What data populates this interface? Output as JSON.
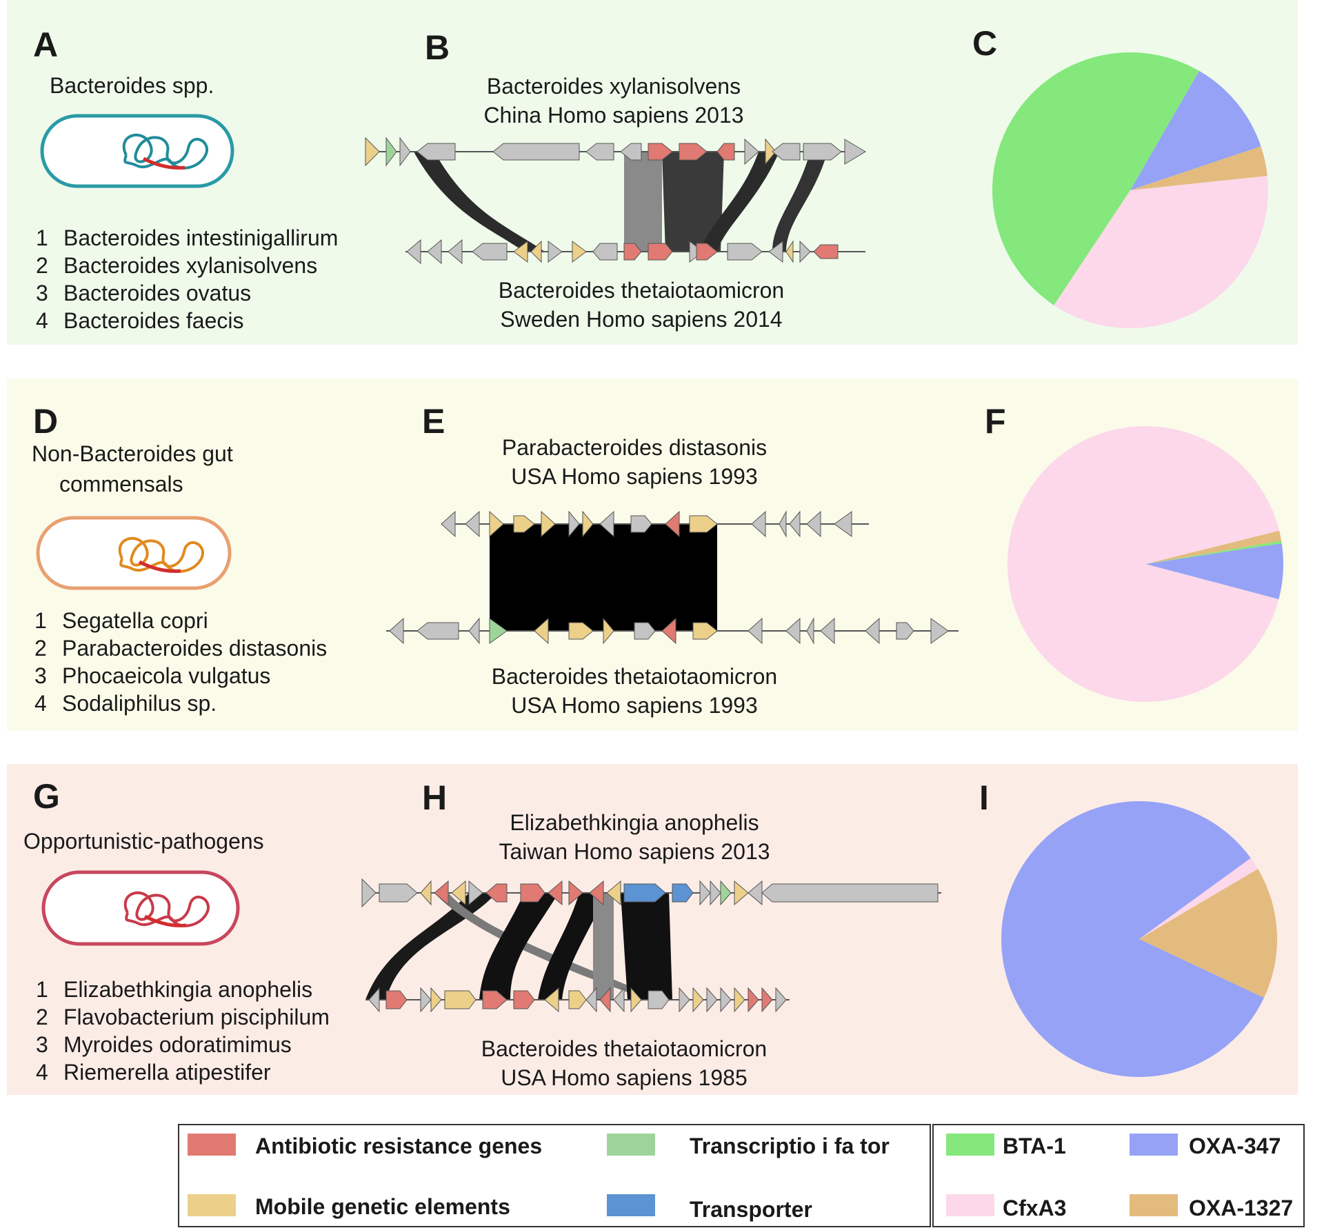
{
  "panels": {
    "A": {
      "letter": "A",
      "group": "Bacteroides spp.",
      "cell_color": "#2a9aa6",
      "dna_color": "#1f8d9a",
      "species": [
        {
          "n": "1",
          "name": "Bacteroides intestinigallirum"
        },
        {
          "n": "2",
          "name": "Bacteroides xylanisolvens"
        },
        {
          "n": "3",
          "name": "Bacteroides ovatus"
        },
        {
          "n": "4",
          "name": "Bacteroides faecis"
        }
      ]
    },
    "B": {
      "letter": "B",
      "top_line1": "Bacteroides xylanisolvens",
      "top_line2": "China Homo sapiens  2013",
      "bottom_line1": "Bacteroides thetaiotaomicron",
      "bottom_line2": "Sweden  Homo sapiens 2014"
    },
    "C": {
      "letter": "C"
    },
    "D": {
      "letter": "D",
      "group_line1": "Non-Bacteroides gut",
      "group_line2": "commensals",
      "cell_color": "#e8a070",
      "dna_color": "#e08a1e",
      "species": [
        {
          "n": "1",
          "name": "Segatella copri"
        },
        {
          "n": "2",
          "name": "Parabacteroides distasonis"
        },
        {
          "n": "3",
          "name": "Phocaeicola vulgatus"
        },
        {
          "n": "4",
          "name": "Sodaliphilus sp."
        }
      ]
    },
    "E": {
      "letter": "E",
      "top_line1": "Parabacteroides distasonis",
      "top_line2": "USA Homo sapiens  1993",
      "bottom_line1": "Bacteroides thetaiotaomicron",
      "bottom_line2": "USA  Homo sapiens 1993"
    },
    "F": {
      "letter": "F"
    },
    "G": {
      "letter": "G",
      "group": "Opportunistic-pathogens",
      "cell_color": "#c8475e",
      "dna_color": "#c83a4a",
      "species": [
        {
          "n": "1",
          "name": "Elizabethkingia anophelis"
        },
        {
          "n": "2",
          "name": "Flavobacterium pisciphilum"
        },
        {
          "n": "3",
          "name": "Myroides odoratimimus"
        },
        {
          "n": "4",
          "name": "Riemerella atipestifer"
        }
      ]
    },
    "H": {
      "letter": "H",
      "top_line1": "Elizabethkingia anophelis",
      "top_line2": "Taiwan  Homo sapiens   2013",
      "bottom_line1": "Bacteroides thetaiotaomicron",
      "bottom_line2": "USA  Homo sapiens    1985"
    },
    "I": {
      "letter": "I"
    }
  },
  "colors": {
    "band1": "#effaeb",
    "band2": "#fbfbea",
    "band3": "#fcece6",
    "antibiotic": "#e07a72",
    "mobile": "#ecd08a",
    "transcription": "#9ed49a",
    "transporter": "#5b93d3",
    "gray_gene": "#c4c4c4",
    "bta1": "#84e87c",
    "oxa347": "#96a2f6",
    "cfxa3": "#fcd8ea",
    "oxa1327": "#e3bb7e"
  },
  "legend": {
    "genes": [
      {
        "label": "Antibiotic resistance genes",
        "color": "#e07a72"
      },
      {
        "label": "Transcriptio  i fa tor",
        "color": "#9ed49a"
      },
      {
        "label": "Mobile genetic elements",
        "color": "#ecd08a"
      },
      {
        "label": "Transporter",
        "color": "#5b93d3"
      }
    ],
    "alleles": [
      {
        "label": "BTA-1",
        "color": "#84e87c"
      },
      {
        "label": "OXA-347",
        "color": "#96a2f6"
      },
      {
        "label": "CfxA3",
        "color": "#fcd8ea"
      },
      {
        "label": "OXA-1327",
        "color": "#e3bb7e"
      }
    ]
  },
  "chart_data": [
    {
      "type": "pie",
      "panel": "C",
      "slices": [
        {
          "name": "OXA-347",
          "value": 0.115,
          "color": "#96a2f6"
        },
        {
          "name": "OXA-1327",
          "value": 0.035,
          "color": "#e3bb7e"
        },
        {
          "name": "CfxA3",
          "value": 0.36,
          "color": "#fcd8ea"
        },
        {
          "name": "BTA-1",
          "value": 0.49,
          "color": "#84e87c"
        }
      ]
    },
    {
      "type": "pie",
      "panel": "F",
      "slices": [
        {
          "name": "OXA-1327",
          "value": 0.012,
          "color": "#e3bb7e"
        },
        {
          "name": "BTA-1",
          "value": 0.003,
          "color": "#84e87c"
        },
        {
          "name": "OXA-347",
          "value": 0.065,
          "color": "#96a2f6"
        },
        {
          "name": "CfxA3",
          "value": 0.92,
          "color": "#fcd8ea"
        }
      ]
    },
    {
      "type": "pie",
      "panel": "I",
      "slices": [
        {
          "name": "CfxA3",
          "value": 0.015,
          "color": "#fcd8ea"
        },
        {
          "name": "OXA-1327",
          "value": 0.155,
          "color": "#e3bb7e"
        },
        {
          "name": "OXA-347",
          "value": 0.83,
          "color": "#96a2f6"
        }
      ]
    }
  ]
}
